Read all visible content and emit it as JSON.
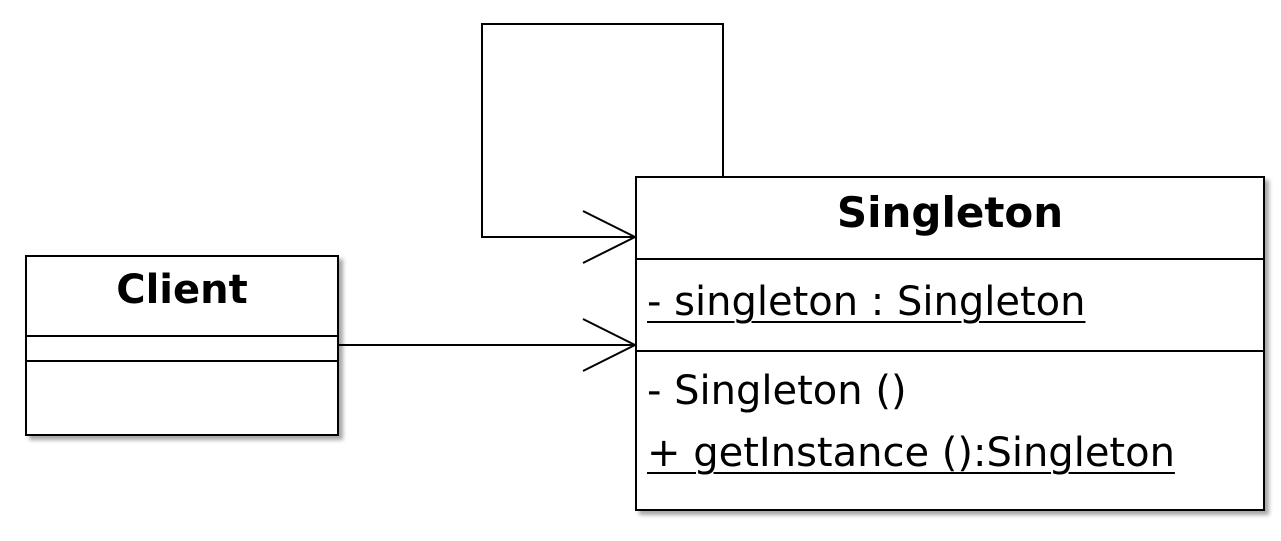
{
  "classes": {
    "client": {
      "name": "Client"
    },
    "singleton": {
      "name": "Singleton",
      "attributes": [
        "- singleton : Singleton"
      ],
      "operations": [
        "- Singleton ()",
        "+ getInstance ():Singleton"
      ]
    }
  },
  "relations": [
    {
      "from": "Singleton",
      "to": "Singleton",
      "type": "association",
      "arrow": "open"
    },
    {
      "from": "Client",
      "to": "Singleton",
      "type": "association",
      "arrow": "open"
    }
  ],
  "colors": {
    "line": "#000000",
    "background": "#ffffff"
  }
}
